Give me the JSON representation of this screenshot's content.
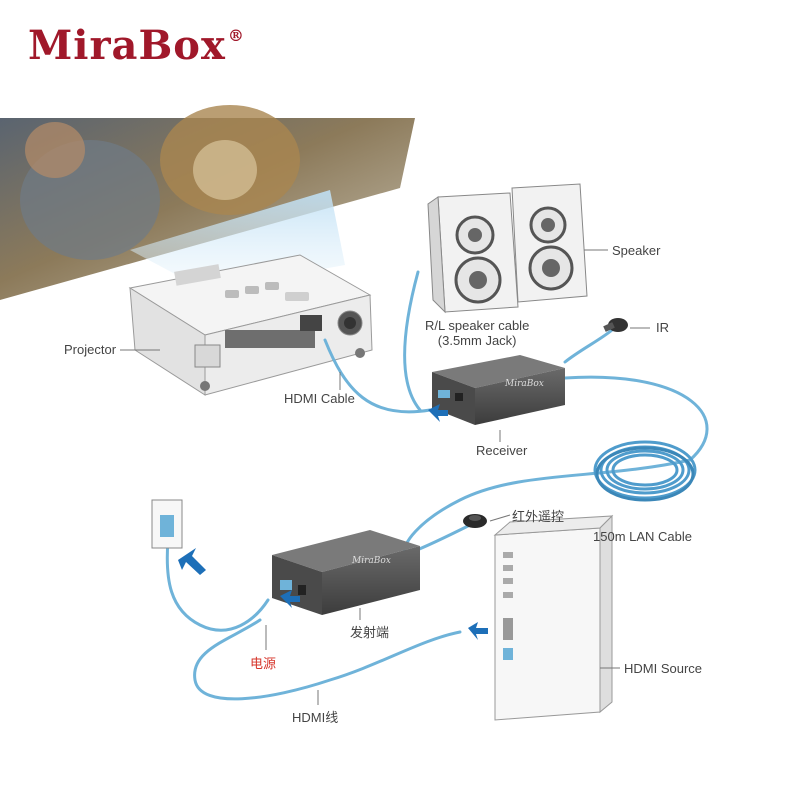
{
  "brand": {
    "name": "MiraBox",
    "mark": "®"
  },
  "colors": {
    "brand": "#a0182a",
    "cable": "#6fb3d9",
    "label": "#444444",
    "power_label": "#d6342a"
  },
  "labels": {
    "speaker": "Speaker",
    "speaker_cable_line1": "R/L speaker cable",
    "speaker_cable_line2": "(3.5mm Jack)",
    "ir": "IR",
    "projector": "Projector",
    "hdmi_cable": "HDMI Cable",
    "receiver": "Receiver",
    "lan_cable": "150m LAN Cable",
    "ir_cn": "红外遥控",
    "transmitter_cn": "发射端",
    "power_cn": "电源",
    "hdmi_source": "HDMI Source",
    "hdmi_cable_cn": "HDMI线"
  }
}
